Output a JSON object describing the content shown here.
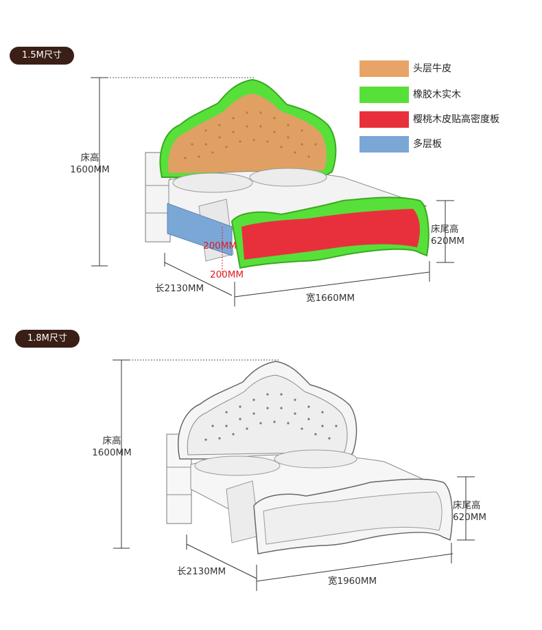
{
  "sections": [
    {
      "label": "1.5M尺寸",
      "bed_height_label": "床高",
      "bed_height_value": "1600MM",
      "foot_height_label": "床尾高",
      "foot_height_value": "620MM",
      "length_label": "长2130MM",
      "width_label": "宽1660MM",
      "side_dim_a": "200MM",
      "side_dim_b": "200MM"
    },
    {
      "label": "1.8M尺寸",
      "bed_height_label": "床高",
      "bed_height_value": "1600MM",
      "foot_height_label": "床尾高",
      "foot_height_value": "620MM",
      "length_label": "长2130MM",
      "width_label": "宽1960MM"
    }
  ],
  "legend": [
    {
      "label": "头层牛皮",
      "color": "#e8a466"
    },
    {
      "label": "橡胶木实木",
      "color": "#57e03a"
    },
    {
      "label": "樱桃木皮贴高密度板",
      "color": "#e8303c"
    },
    {
      "label": "多层板",
      "color": "#7aa7d6"
    }
  ],
  "colors": {
    "pill_bg": "#3a1f17",
    "dimension_red": "#e0191e"
  }
}
